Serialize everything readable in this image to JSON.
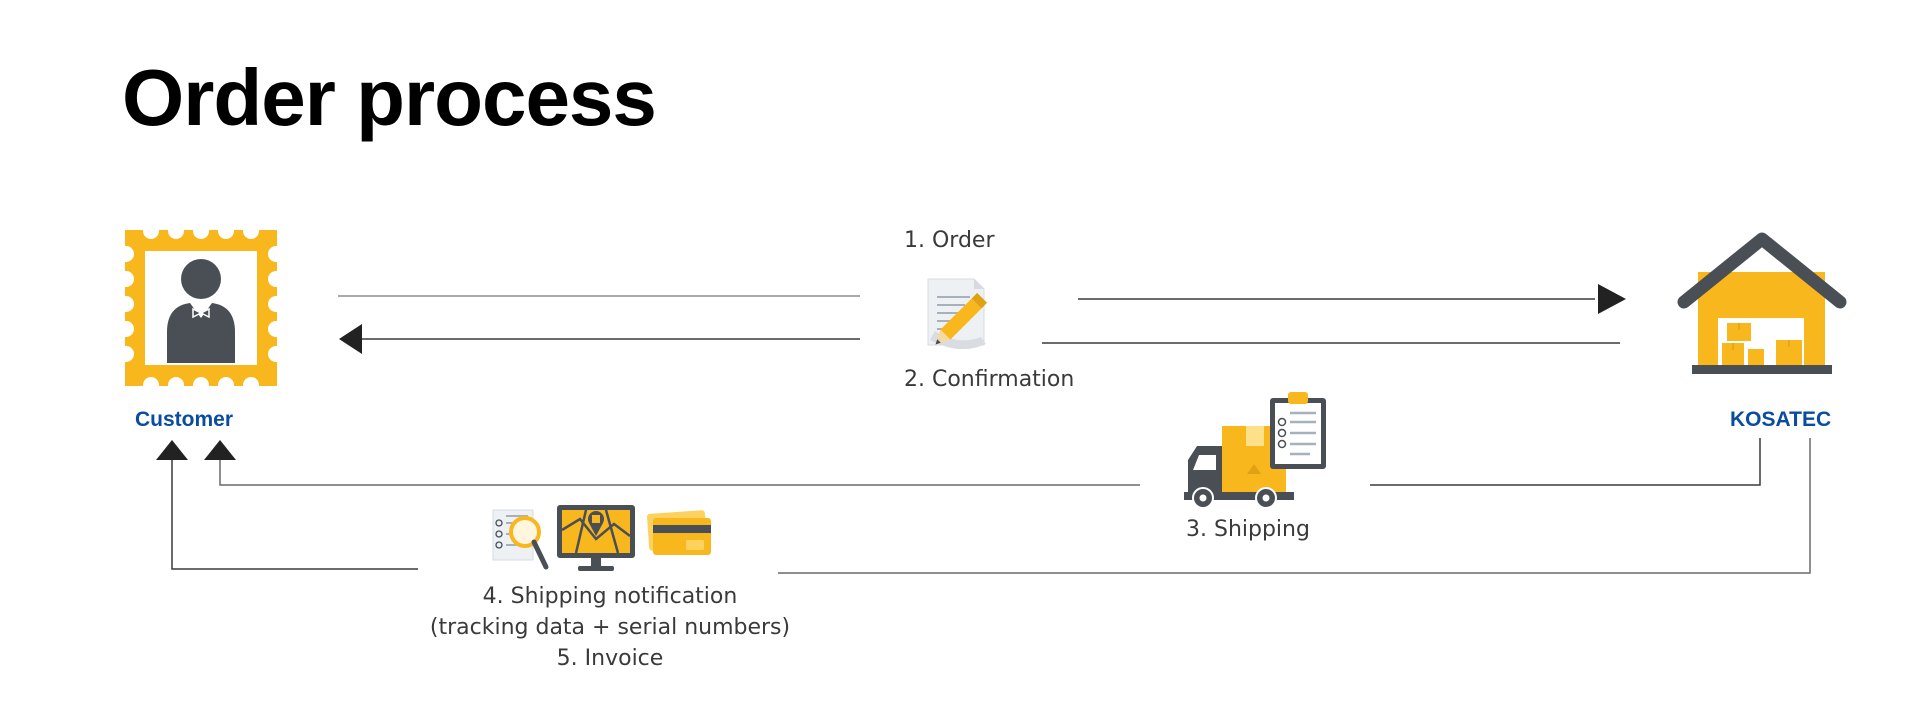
{
  "title": "Order process",
  "actors": {
    "customer": {
      "label": "Customer",
      "icon": "customer-stamp-icon"
    },
    "supplier": {
      "label": "KOSATEC",
      "icon": "warehouse-icon"
    }
  },
  "steps": {
    "order": "1. Order",
    "confirmation": "2. Confirmation",
    "shipping": "3. Shipping",
    "notification_lines": [
      "4. Shipping notification",
      "(tracking data + serial numbers)",
      "5. Invoice"
    ]
  },
  "icons": [
    "document-pencil-icon",
    "delivery-truck-icon",
    "clipboard-checklist-icon",
    "checklist-magnifier-icon",
    "monitor-map-icon",
    "credit-card-icon"
  ],
  "colors": {
    "accent": "#F9B71E",
    "dark": "#4A4F55",
    "label_blue": "#0A4CA0",
    "text": "#3A3A3A",
    "line": "#9A9A9A"
  }
}
